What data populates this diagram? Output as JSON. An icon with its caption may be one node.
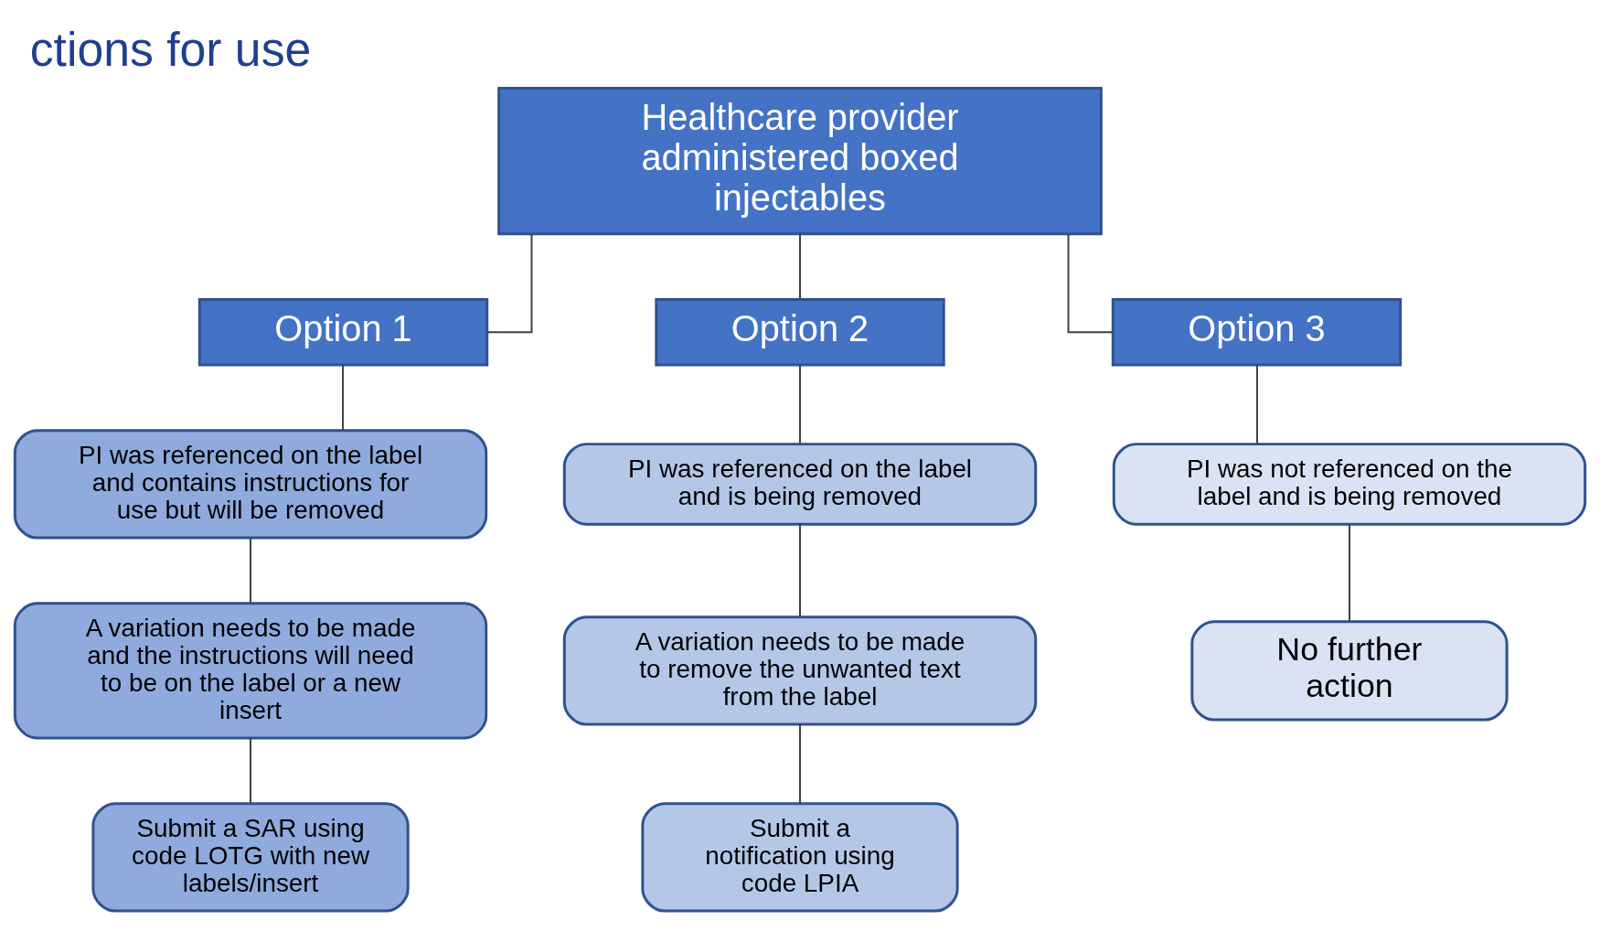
{
  "diagram": {
    "title": "ctions for use",
    "nodes": [
      {
        "text": [
          "Healthcare provider administered boxed injectables"
        ]
      },
      {
        "text": [
          "Option 1"
        ]
      },
      {
        "text": [
          "Option 2"
        ]
      },
      {
        "text": [
          "Option 3"
        ]
      },
      {
        "text": [
          "PI was referenced on the label and contains instructions for use but will be removed"
        ]
      },
      {
        "text": [
          "A variation needs to be made and the instructions will need to be on the label or a new insert"
        ]
      },
      {
        "text": [
          "Submit a SAR using code LOTG with new labels/insert"
        ]
      },
      {
        "text": [
          "PI was referenced on the label and is being removed"
        ]
      },
      {
        "text": [
          "A variation needs to be made to remove the unwanted text from the label"
        ]
      },
      {
        "text": [
          "Submit a notification using code LPIA"
        ]
      },
      {
        "text": [
          "PI was not referenced on the label and is being removed"
        ]
      },
      {
        "text": [
          "No further action"
        ]
      }
    ],
    "edges": [
      {
        "from": 0,
        "to": 1,
        "arrow": "none"
      },
      {
        "from": 0,
        "to": 2,
        "arrow": "none"
      },
      {
        "from": 0,
        "to": 3,
        "arrow": "none"
      },
      {
        "from": 1,
        "to": 4,
        "arrow": "none"
      },
      {
        "from": 4,
        "to": 5,
        "arrow": "none"
      },
      {
        "from": 5,
        "to": 6,
        "arrow": "none"
      },
      {
        "from": 2,
        "to": 7,
        "arrow": "none"
      },
      {
        "from": 7,
        "to": 8,
        "arrow": "none"
      },
      {
        "from": 8,
        "to": 9,
        "arrow": "none"
      },
      {
        "from": 3,
        "to": 10,
        "arrow": "none"
      },
      {
        "from": 10,
        "to": 11,
        "arrow": "none"
      }
    ]
  }
}
